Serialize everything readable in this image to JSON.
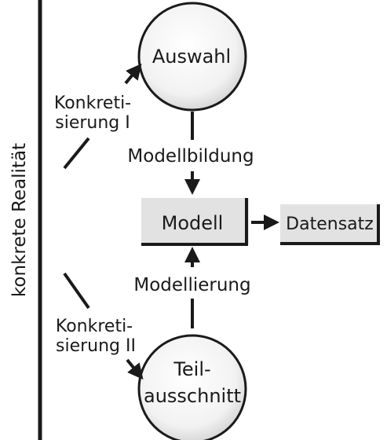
{
  "side_label": "konkrete Realität",
  "nodes": {
    "auswahl": "Auswahl",
    "modell": "Modell",
    "datensatz": "Datensatz",
    "teilausschnitt_line1": "Teil-",
    "teilausschnitt_line2": "ausschnitt"
  },
  "edges": {
    "modellbildung": "Modellbildung",
    "modellierung": "Modellierung",
    "konkretisierung_1_line1": "Konkreti-",
    "konkretisierung_1_line2": "sierung I",
    "konkretisierung_2_line1": "Konkreti-",
    "konkretisierung_2_line2": "sierung II"
  },
  "colors": {
    "bar": "#ffffff",
    "box_fill": "#e2e2e2",
    "circle_fill_center": "#ffffff",
    "circle_fill_edge": "#d6d6d6",
    "ink": "#1a1a1a"
  }
}
